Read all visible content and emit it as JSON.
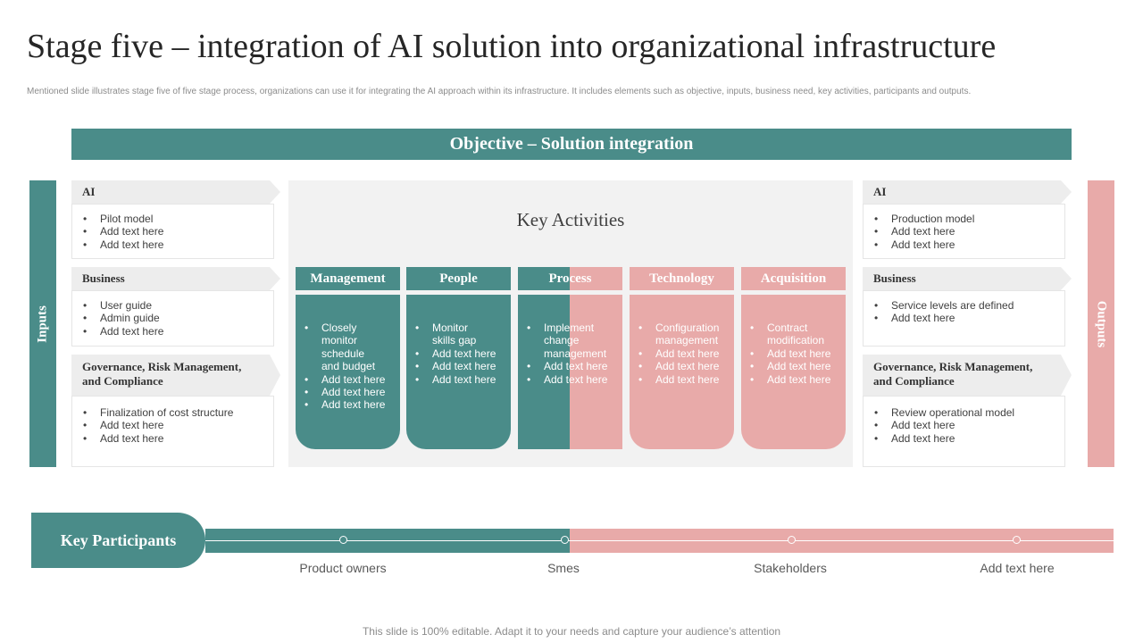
{
  "title": "Stage five – integration of AI solution into organizational infrastructure",
  "subtitle": "Mentioned slide illustrates stage five of five stage process, organizations can use it for integrating the AI approach within its infrastructure. It includes elements such as objective, inputs, business need, key activities, participants and outputs.",
  "objective": "Objective –  Solution integration",
  "inputs_label": "Inputs",
  "outputs_label": "Outputs",
  "inputs": [
    {
      "heading": "AI",
      "items": [
        "Pilot model",
        "Add text here",
        "Add text here"
      ]
    },
    {
      "heading": "Business",
      "items": [
        "User guide",
        "Admin guide",
        "Add text here"
      ]
    },
    {
      "heading": "Governance, Risk Management, and Compliance",
      "items": [
        "Finalization of cost structure",
        "Add text here",
        "Add text here"
      ]
    }
  ],
  "outputs": [
    {
      "heading": "AI",
      "items": [
        "Production model",
        "Add text here",
        "Add text here"
      ]
    },
    {
      "heading": "Business",
      "items": [
        "Service levels are defined",
        "Add text here"
      ]
    },
    {
      "heading": "Governance, Risk Management, and Compliance",
      "items": [
        "Review operational model",
        "Add text here",
        "Add text here"
      ]
    }
  ],
  "key_activities": {
    "title": "Key Activities",
    "columns": [
      {
        "label": "Management",
        "items": [
          "Closely monitor schedule and budget",
          "Add text here",
          "Add text here",
          "Add text here"
        ]
      },
      {
        "label": "People",
        "items": [
          "Monitor skills gap",
          "Add text here",
          "Add text here",
          "Add text here"
        ]
      },
      {
        "label": "Process",
        "items": [
          "Implement change management",
          "Add text here",
          "Add text here"
        ]
      },
      {
        "label": "Technology",
        "items": [
          "Configuration management",
          "Add text here",
          "Add text here",
          "Add text here"
        ]
      },
      {
        "label": "Acquisition",
        "items": [
          "Contract modification",
          "Add text here",
          "Add text here",
          "Add text here"
        ]
      }
    ]
  },
  "key_participants": {
    "label": "Key Participants",
    "participants": [
      "Product owners",
      "Smes",
      "Stakeholders",
      "Add text here"
    ]
  },
  "colors": {
    "teal": "#4a8c89",
    "pink": "#e8aaa9",
    "light_gray": "#f2f2f2"
  },
  "footer": "This slide is 100% editable. Adapt it to your needs and capture your audience’s attention"
}
